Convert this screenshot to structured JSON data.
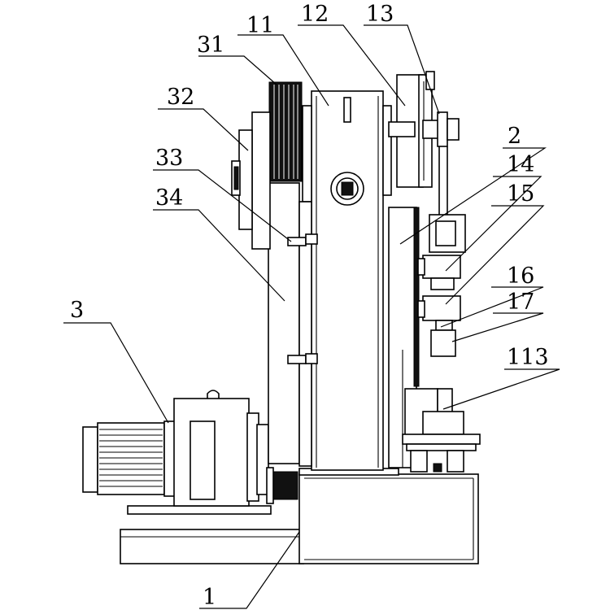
{
  "figure": {
    "background": "#ffffff",
    "line_color": "#000000"
  },
  "labels": {
    "l1": "1",
    "l2": "2",
    "l3": "3",
    "l11": "11",
    "l12": "12",
    "l13": "13",
    "l14": "14",
    "l15": "15",
    "l16": "16",
    "l17": "17",
    "l31": "31",
    "l32": "32",
    "l33": "33",
    "l34": "34",
    "l113": "113"
  }
}
